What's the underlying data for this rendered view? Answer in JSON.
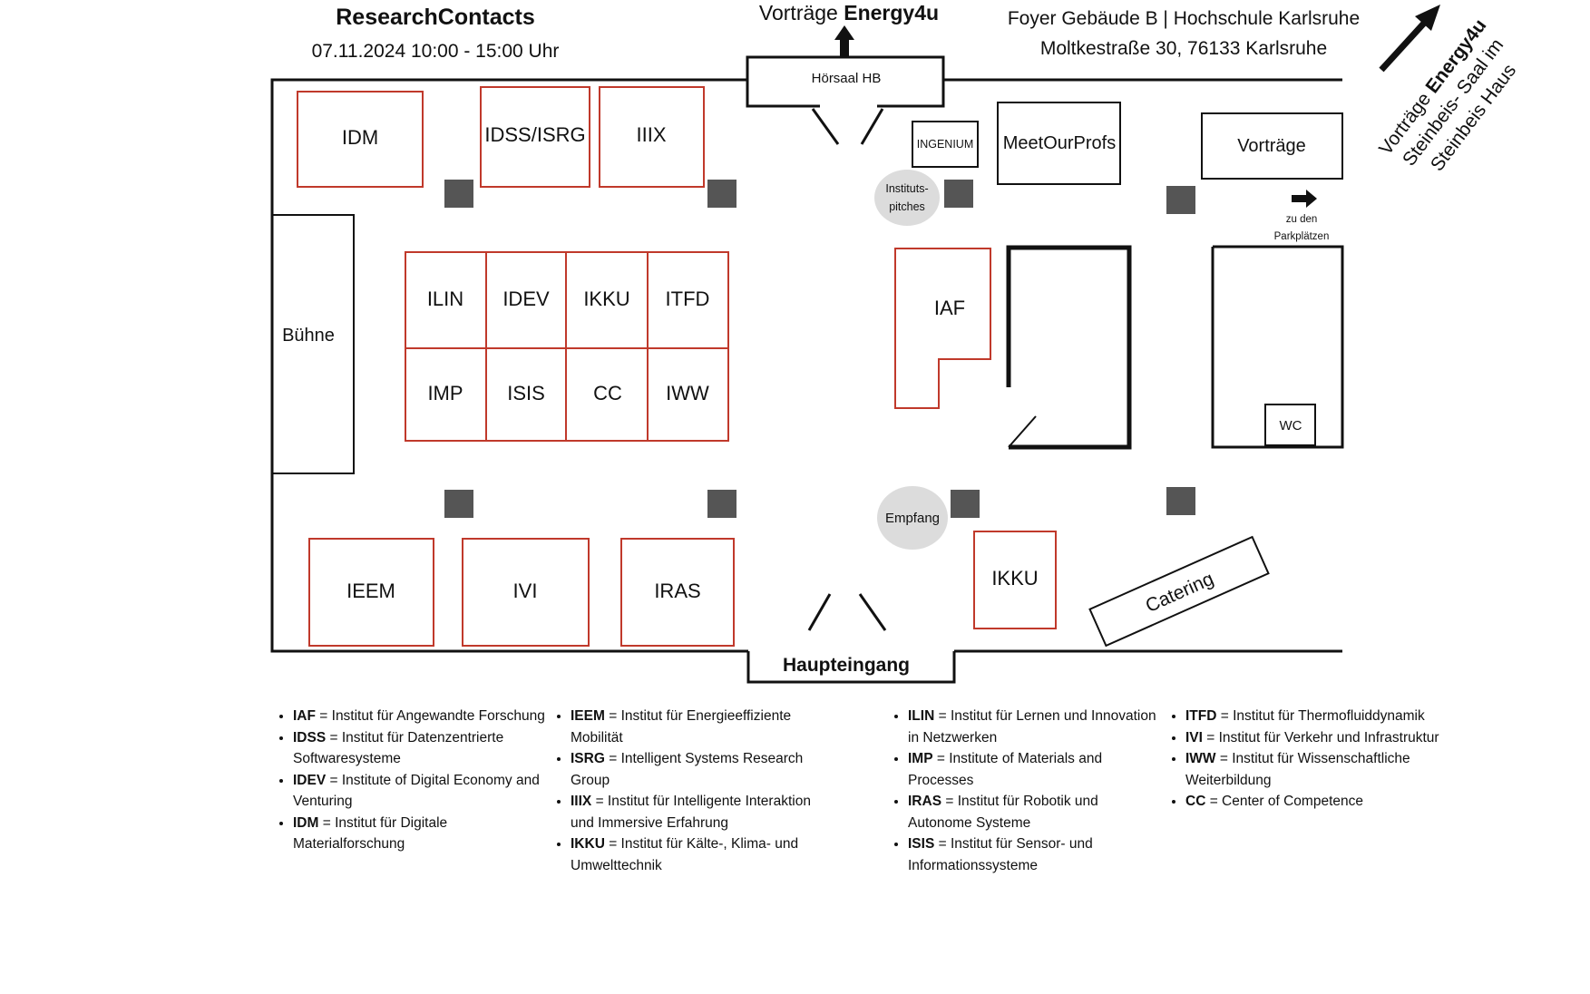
{
  "header": {
    "event_title": "ResearchContacts",
    "event_date": "07.11.2024 10:00 - 15:00 Uhr",
    "top_center_prefix": "Vorträge ",
    "top_center_bold": "Energy4u",
    "location_line1": "Foyer Gebäude B | Hochschule Karlsruhe",
    "location_line2": "Moltkestraße 30, 76133 Karlsruhe",
    "corner_line1_prefix": "Vorträge ",
    "corner_line1_bold": "Energy4u",
    "corner_line2": "Steinbeis- Saal im",
    "corner_line3": "Steinbeis Haus"
  },
  "floorplan": {
    "hoersaal": "Hörsaal HB",
    "buehne": "Bühne",
    "ingenium": "INGENIUM",
    "meetourprofs": "MeetOurProfs",
    "vortraege": "Vorträge",
    "parking_line1": "zu den",
    "parking_line2": "Parkplätzen",
    "pitches_line1": "Instituts-",
    "pitches_line2": "pitches",
    "empfang": "Empfang",
    "wc": "WC",
    "catering": "Catering",
    "haupteingang": "Haupteingang",
    "booths": {
      "idm": "IDM",
      "idss_isrg": "IDSS/ISRG",
      "iiix": "IIIX",
      "ilin": "ILIN",
      "idev": "IDEV",
      "ikku": "IKKU",
      "itfd": "ITFD",
      "imp": "IMP",
      "isis": "ISIS",
      "cc": "CC",
      "iww": "IWW",
      "iaf": "IAF",
      "ieem": "IEEM",
      "ivi": "IVI",
      "iras": "IRAS",
      "ikku2": "IKKU"
    }
  },
  "legend": {
    "col1": [
      {
        "abbr": "IAF",
        "text": " = Institut für Angewandte Forschung"
      },
      {
        "abbr": "IDSS",
        "text": " = Institut für Datenzentrierte Softwaresysteme"
      },
      {
        "abbr": "IDEV",
        "text": " = Institute of Digital Economy and Venturing"
      },
      {
        "abbr": "IDM",
        "text": " = Institut für Digitale Materialforschung"
      }
    ],
    "col2": [
      {
        "abbr": "IEEM",
        "text": " =  Institut für Energieeffiziente Mobilität"
      },
      {
        "abbr": "ISRG",
        "text": " = Intelligent Systems Research Group"
      },
      {
        "abbr": "IIIX",
        "text": " = Institut für Intelligente Interaktion und Immersive Erfahrung"
      },
      {
        "abbr": "IKKU",
        "text": " = Institut für Kälte-, Klima- und Umwelttechnik"
      }
    ],
    "col3": [
      {
        "abbr": "ILIN",
        "text": " = Institut für Lernen und Innovation in Netzwerken"
      },
      {
        "abbr": "IMP",
        "text": " = Institute of Materials and Processes"
      },
      {
        "abbr": "IRAS",
        "text": " = Institut für Robotik und Autonome Systeme"
      },
      {
        "abbr": "ISIS",
        "text": " = Institut für Sensor- und Informationssysteme"
      }
    ],
    "col4": [
      {
        "abbr": "ITFD",
        "text": " = Institut für Thermofluiddynamik"
      },
      {
        "abbr": "IVI",
        "text": " = Institut für Verkehr und Infrastruktur"
      },
      {
        "abbr": "IWW",
        "text": " = Institut für Wissenschaftliche Weiterbildung"
      },
      {
        "abbr": "CC",
        "text": " = Center of Competence"
      }
    ]
  }
}
